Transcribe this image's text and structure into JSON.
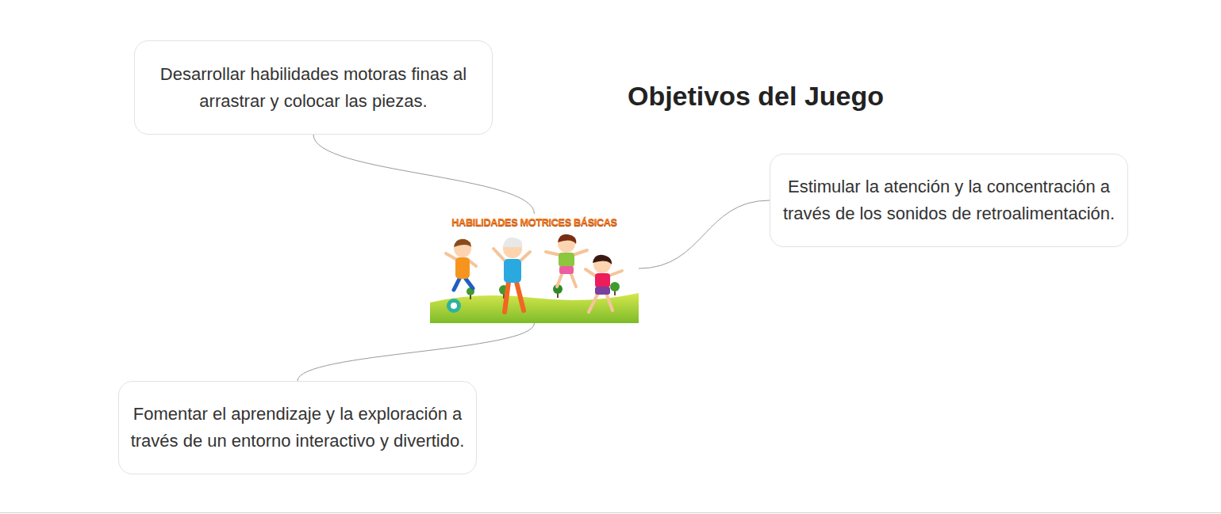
{
  "diagram": {
    "title": "Objetivos del Juego",
    "nodes": [
      {
        "text": [
          "Desarrollar habilidades motoras finas al arrastrar y colocar las piezas."
        ]
      },
      {
        "text": [
          "Estimular la atención y la concentración a través de los sonidos de retroalimentación."
        ]
      },
      {
        "text": [
          "HABILIDADES MOTRICES BÁSICAS"
        ]
      },
      {
        "text": [
          "Fomentar el aprendizaje y la exploración a través de un entorno interactivo y divertido."
        ]
      }
    ],
    "edges": [
      {
        "from": 2,
        "to": 0,
        "arrow": "none"
      },
      {
        "from": 2,
        "to": 1,
        "arrow": "none"
      },
      {
        "from": 2,
        "to": 3,
        "arrow": "none"
      }
    ]
  }
}
